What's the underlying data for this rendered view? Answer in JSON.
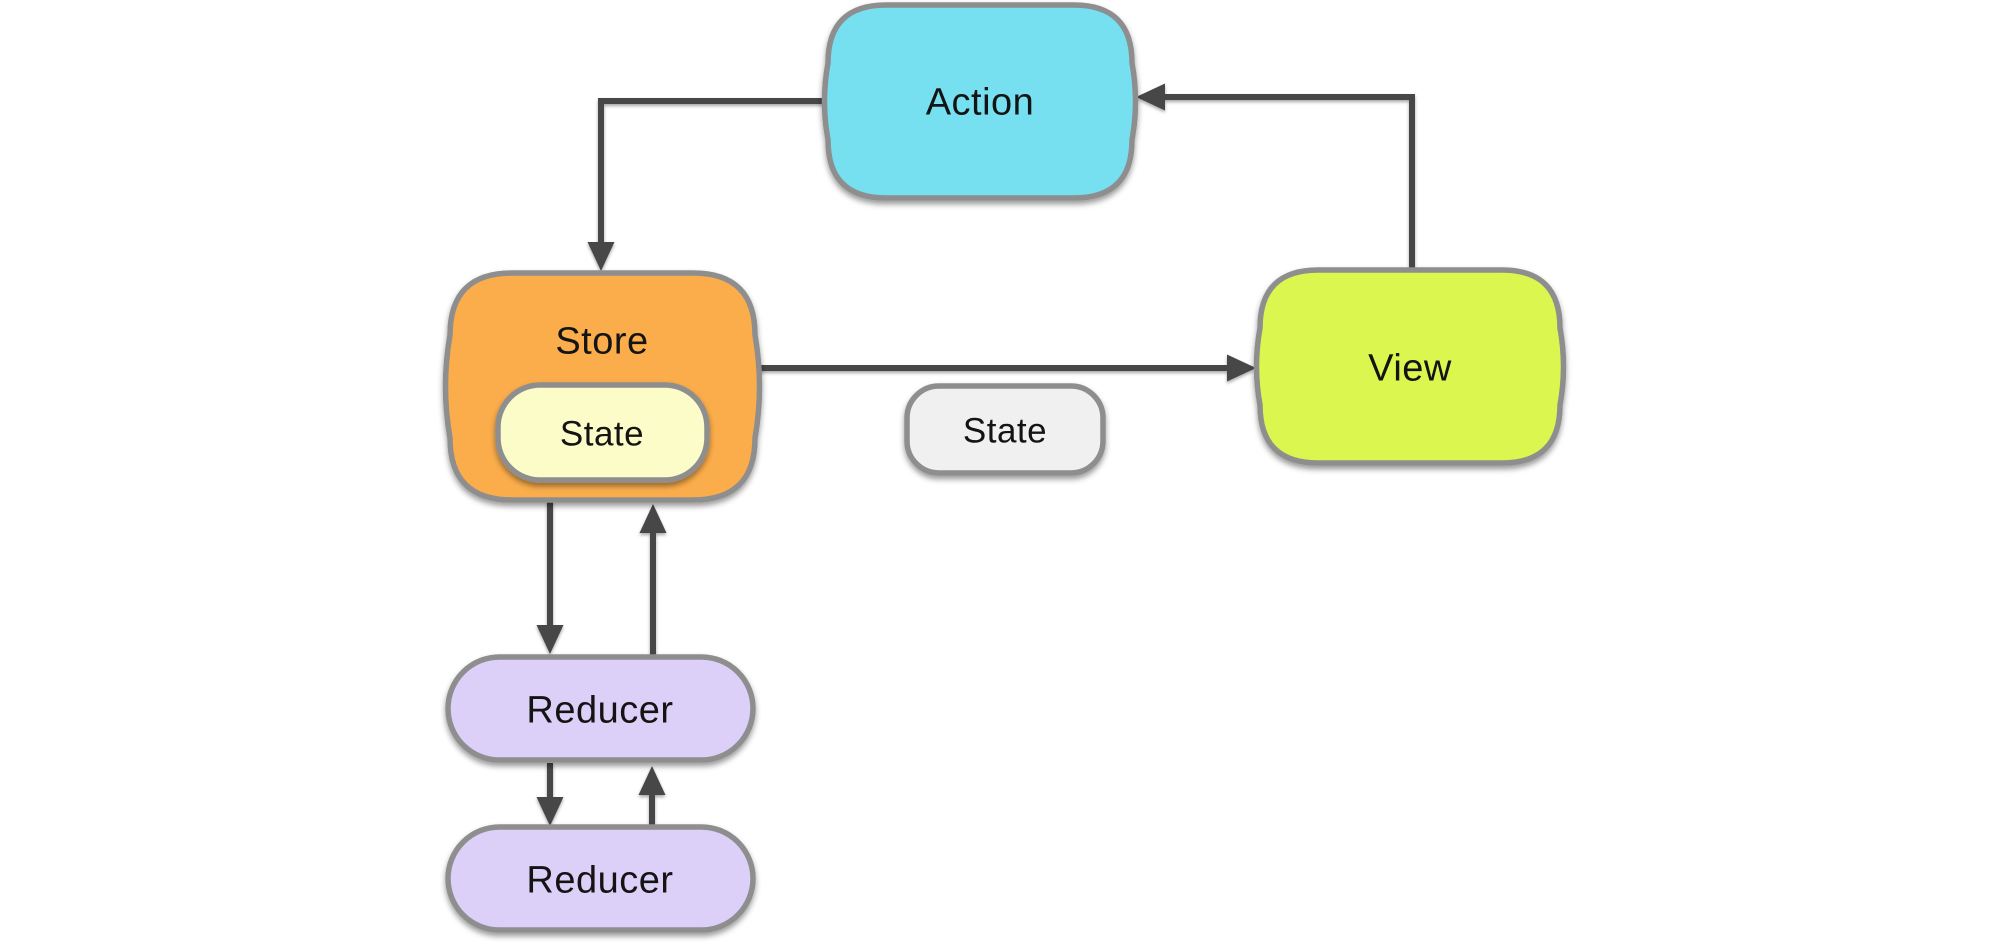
{
  "diagram": {
    "kind": "flow-diagram",
    "subject": "redux-data-flow",
    "background": "#FFFFFF",
    "colors": {
      "connector": "#464646",
      "border": "#8E8E8E",
      "text": "#141414"
    },
    "nodes": {
      "action": {
        "label": "Action",
        "fill": "#76DFF0"
      },
      "store": {
        "label": "Store",
        "fill": "#FBAD4B"
      },
      "store_state": {
        "label": "State",
        "fill": "#FCFCC9"
      },
      "view": {
        "label": "View",
        "fill": "#DBF74F"
      },
      "state": {
        "label": "State",
        "fill": "#F0F0F0"
      },
      "reducer_top": {
        "label": "Reducer",
        "fill": "#DDD0F8"
      },
      "reducer_bottom": {
        "label": "Reducer",
        "fill": "#DDD0F8"
      }
    },
    "edges": [
      {
        "from": "Action",
        "to": "Store"
      },
      {
        "from": "View",
        "to": "Action"
      },
      {
        "from": "Store",
        "to": "View"
      },
      {
        "from": "Store",
        "to": "Reducer (top)"
      },
      {
        "from": "Reducer (top)",
        "to": "Store"
      },
      {
        "from": "Reducer (top)",
        "to": "Reducer (bottom)"
      },
      {
        "from": "Reducer (bottom)",
        "to": "Reducer (top)"
      }
    ]
  }
}
